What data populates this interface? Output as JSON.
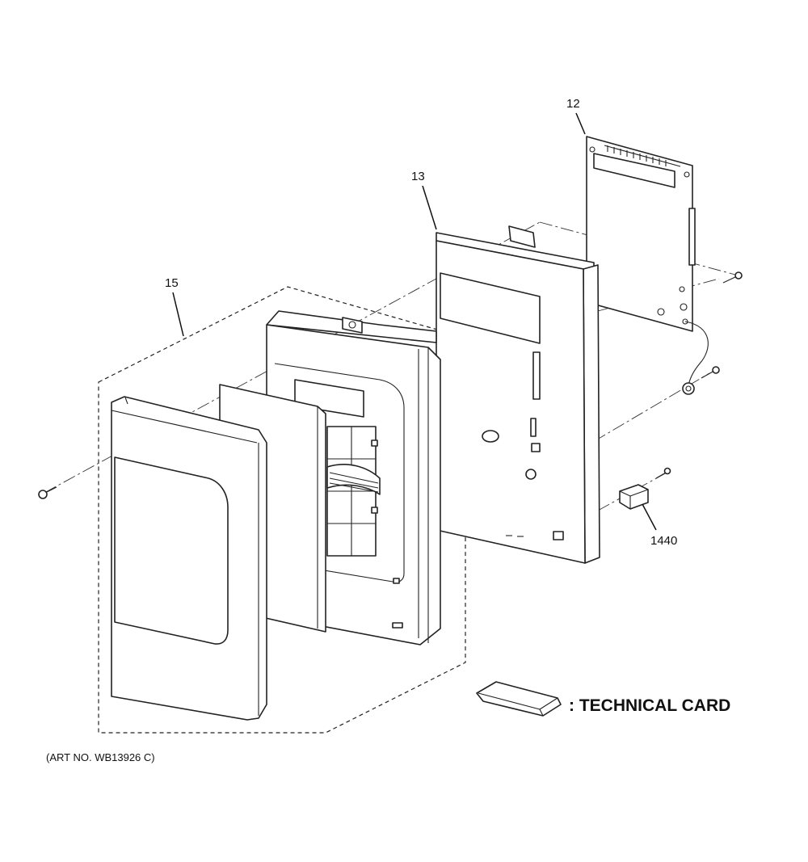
{
  "callouts": {
    "part_12": "12",
    "part_13": "13",
    "part_15": "15",
    "part_1440": "1440"
  },
  "legend": {
    "technical_card": ": TECHNICAL CARD"
  },
  "art_number": "(ART NO. WB13926 C)"
}
